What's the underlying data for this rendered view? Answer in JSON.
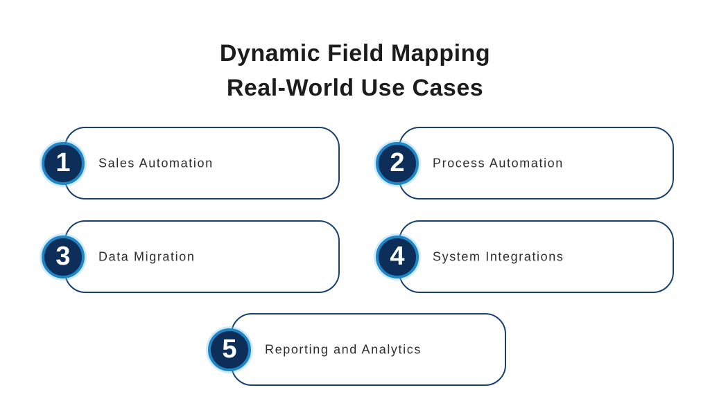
{
  "title": {
    "line1": "Dynamic Field Mapping",
    "line2": "Real-World Use Cases"
  },
  "cards": [
    {
      "number": "1",
      "label": "Sales Automation"
    },
    {
      "number": "2",
      "label": "Process Automation"
    },
    {
      "number": "3",
      "label": "Data Migration"
    },
    {
      "number": "4",
      "label": "System Integrations"
    },
    {
      "number": "5",
      "label": "Reporting and Analytics"
    }
  ],
  "colors": {
    "background": "#ffffff",
    "card_border": "#17406f",
    "badge_fill": "#0d2e59",
    "badge_ring": "#1e85c7",
    "title_text": "#1c1c1c",
    "label_text": "#2d2d2d",
    "number_text": "#ffffff"
  }
}
